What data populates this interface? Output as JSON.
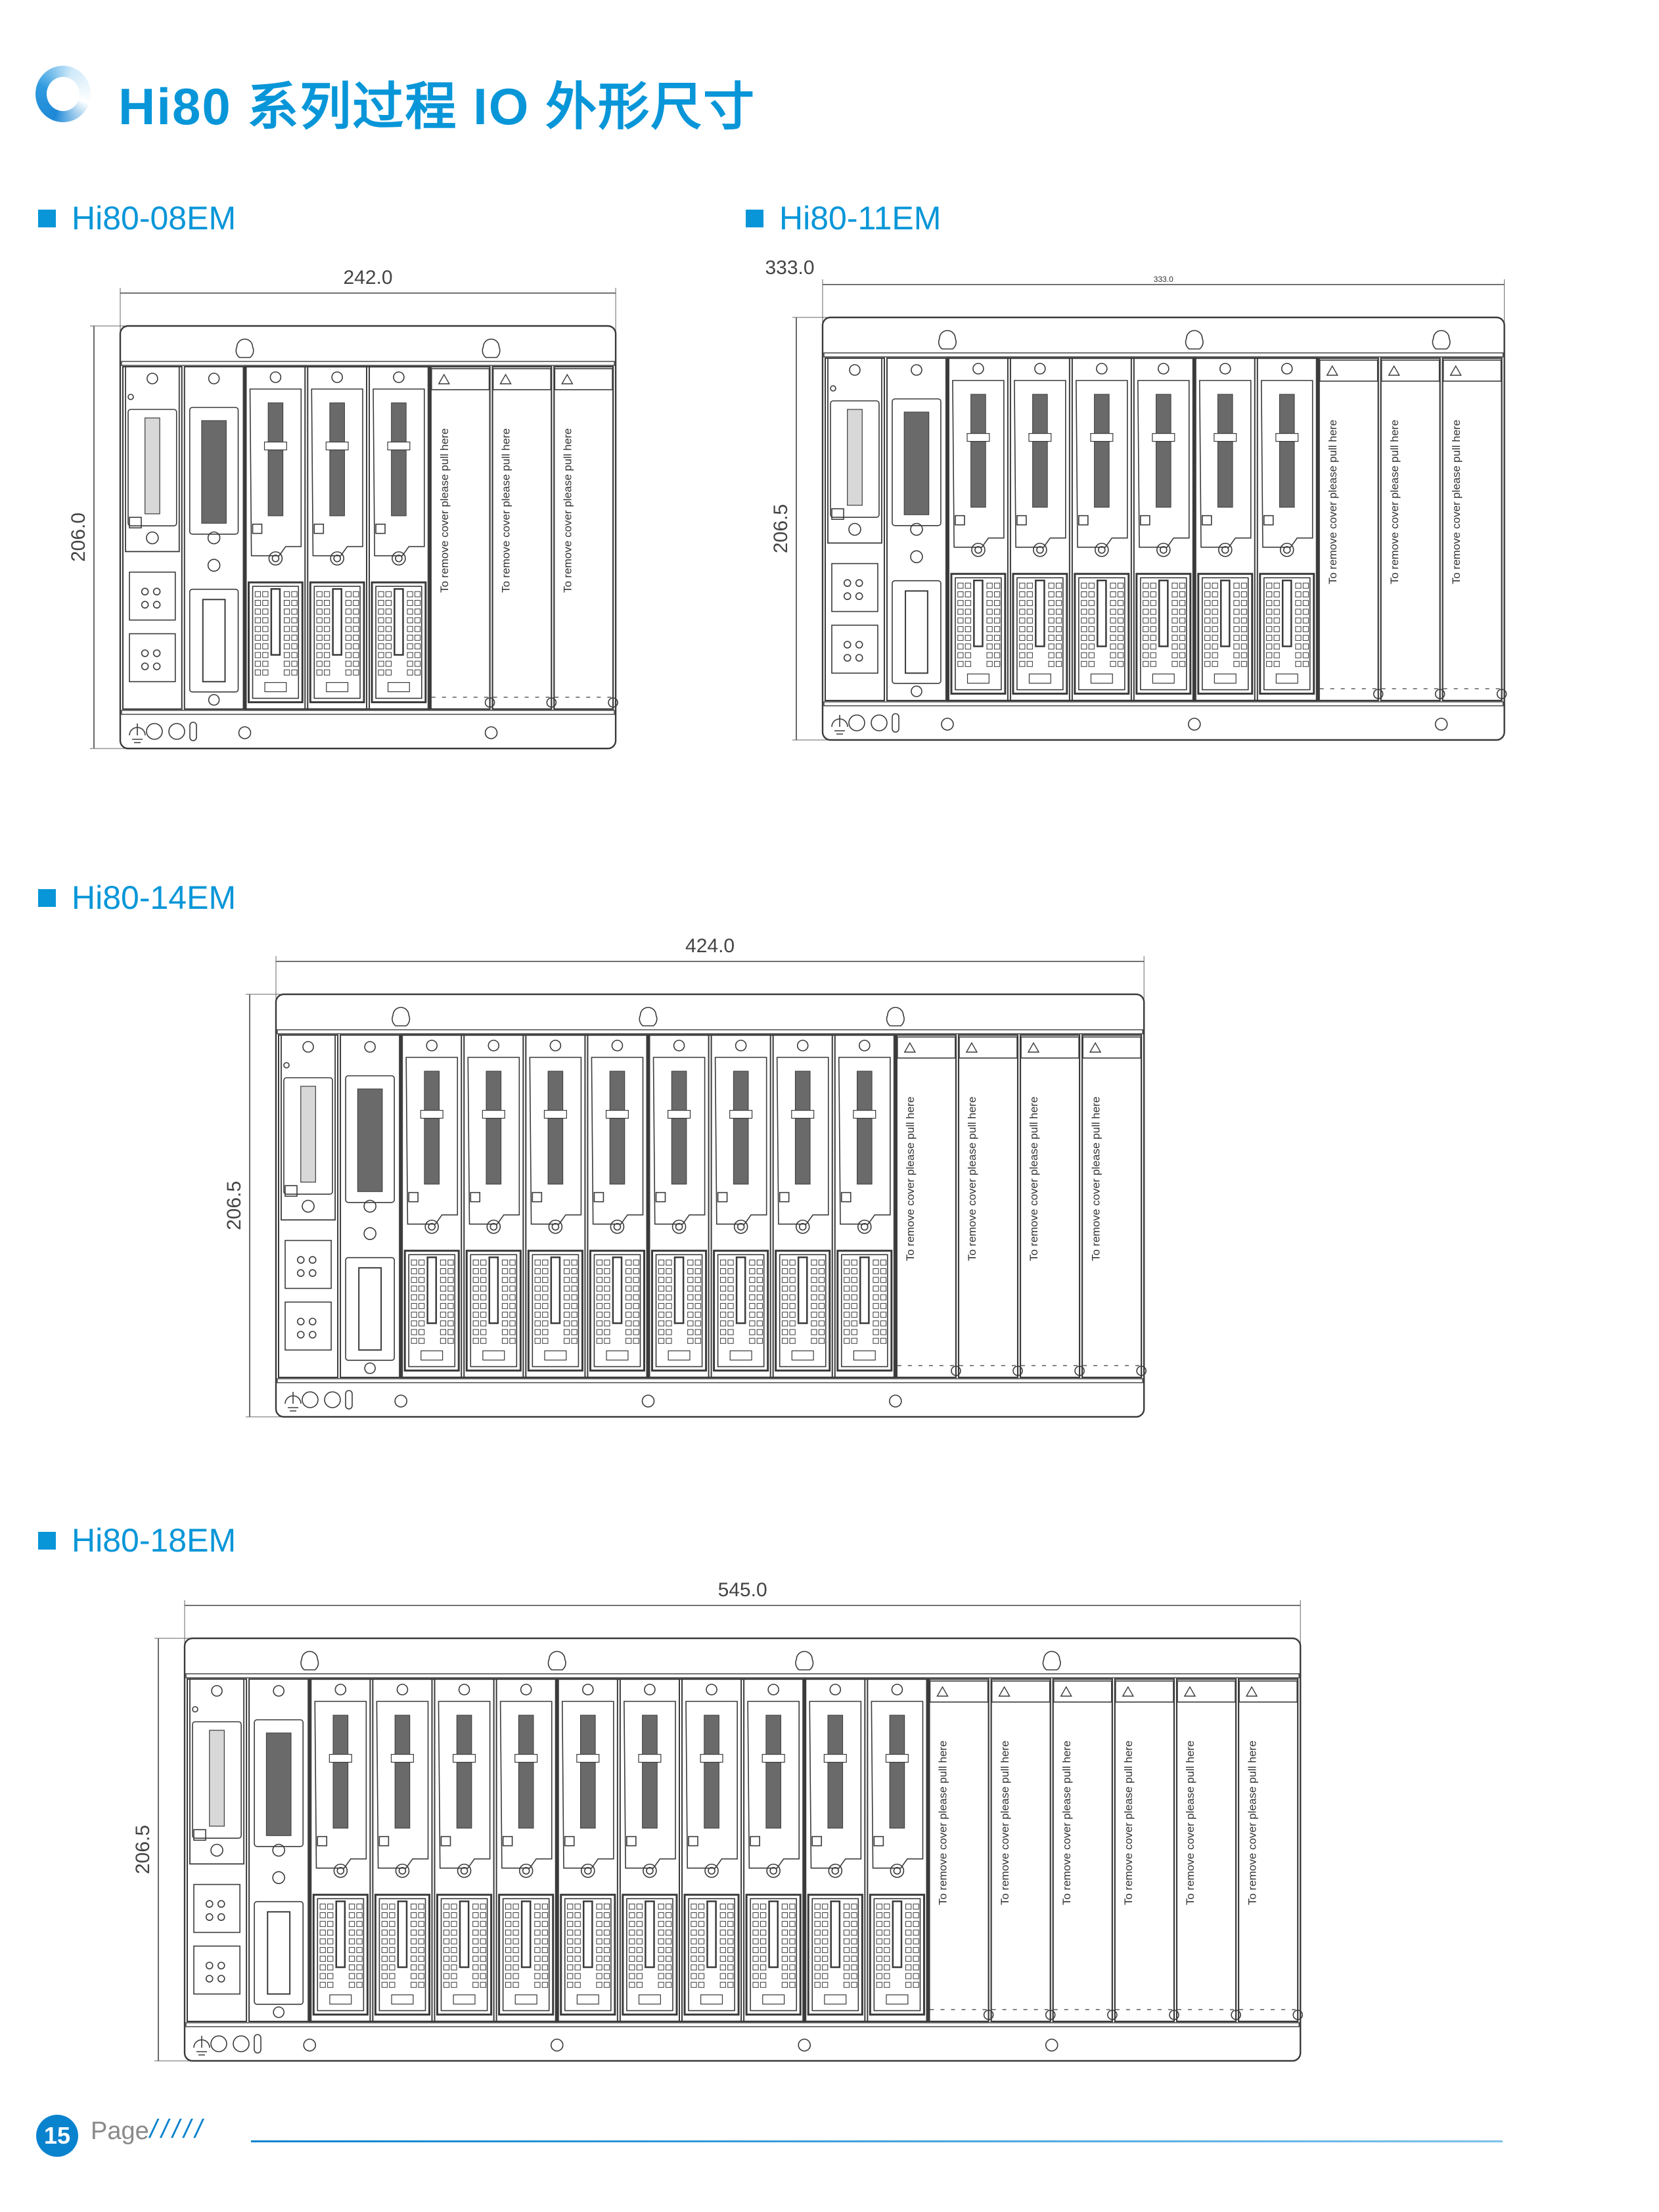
{
  "page_title": "Hi80 系列过程 IO 外形尺寸",
  "colors": {
    "accent": "#0896d8",
    "line": "#3a3a3a"
  },
  "blank_cover_text": "To remove cover please pull here",
  "models": [
    {
      "name": "Hi80-08EM",
      "width_mm": 242.0,
      "width_label": "242.0",
      "height_mm": 206.0,
      "height_label": "206.0",
      "slots": {
        "io": 3,
        "blank": 3
      }
    },
    {
      "name": "Hi80-11EM",
      "width_mm": 333.0,
      "width_label": "333.0",
      "inline_label": "333.0",
      "height_mm": 206.5,
      "height_label": "206.5",
      "slots": {
        "io": 6,
        "blank": 3
      }
    },
    {
      "name": "Hi80-14EM",
      "width_mm": 424.0,
      "width_label": "424.0",
      "height_mm": 206.5,
      "height_label": "206.5",
      "slots": {
        "io": 8,
        "blank": 4
      }
    },
    {
      "name": "Hi80-18EM",
      "width_mm": 545.0,
      "width_label": "545.0",
      "height_mm": 206.5,
      "height_label": "206.5",
      "slots": {
        "io": 10,
        "blank": 6
      }
    }
  ],
  "footer": {
    "page_number": "15",
    "page_label": "Page",
    "slashes": "/////"
  }
}
